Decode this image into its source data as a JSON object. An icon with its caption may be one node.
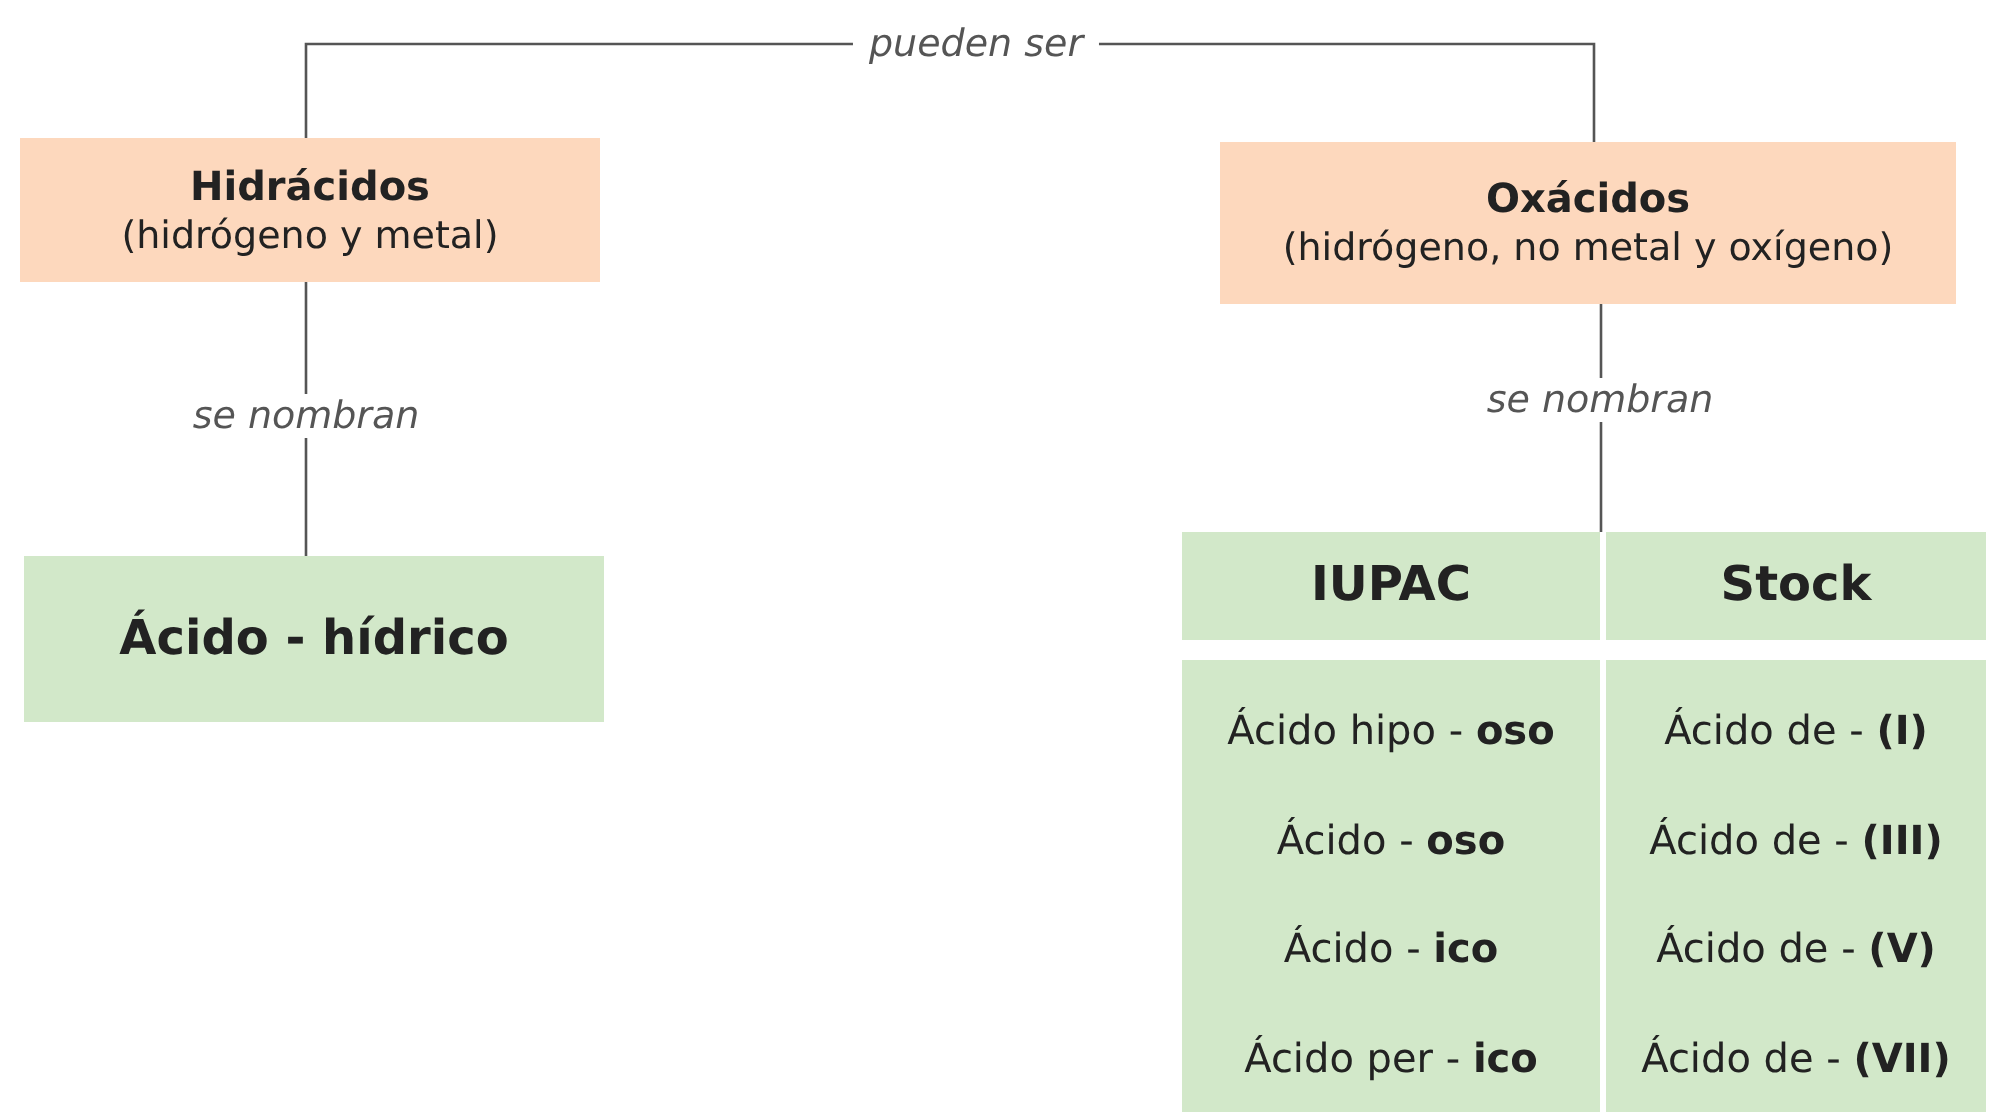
{
  "diagram": {
    "nodes": [
      {
        "text": [
          "Hidrácidos",
          "(hidrógeno y metal)"
        ]
      },
      {
        "text": [
          "Oxácidos",
          "(hidrógeno, no metal y oxígeno)"
        ]
      },
      {
        "text": [
          "Ácido - hídrico"
        ]
      },
      {
        "text": [
          "IUPAC"
        ]
      },
      {
        "text": [
          "Stock"
        ]
      },
      {
        "text": [
          "Ácido hipo - **oso**",
          "Ácido - **oso**",
          "Ácido - **ico**",
          "Ácido per - **ico**"
        ]
      },
      {
        "text": [
          "Ácido de - **(I)**",
          "Ácido de - **(III)**",
          "Ácido de - **(V)**",
          "Ácido de - **(VII)**"
        ]
      }
    ],
    "edges": [
      {
        "from": 0,
        "to": 1,
        "arrow": "none",
        "label": "pueden ser"
      },
      {
        "from": 0,
        "to": 2,
        "arrow": "none",
        "label": "se nombran"
      },
      {
        "from": 1,
        "to": 3,
        "arrow": "none",
        "label": "se nombran"
      },
      {
        "from": 1,
        "to": 4,
        "arrow": "none"
      }
    ]
  }
}
